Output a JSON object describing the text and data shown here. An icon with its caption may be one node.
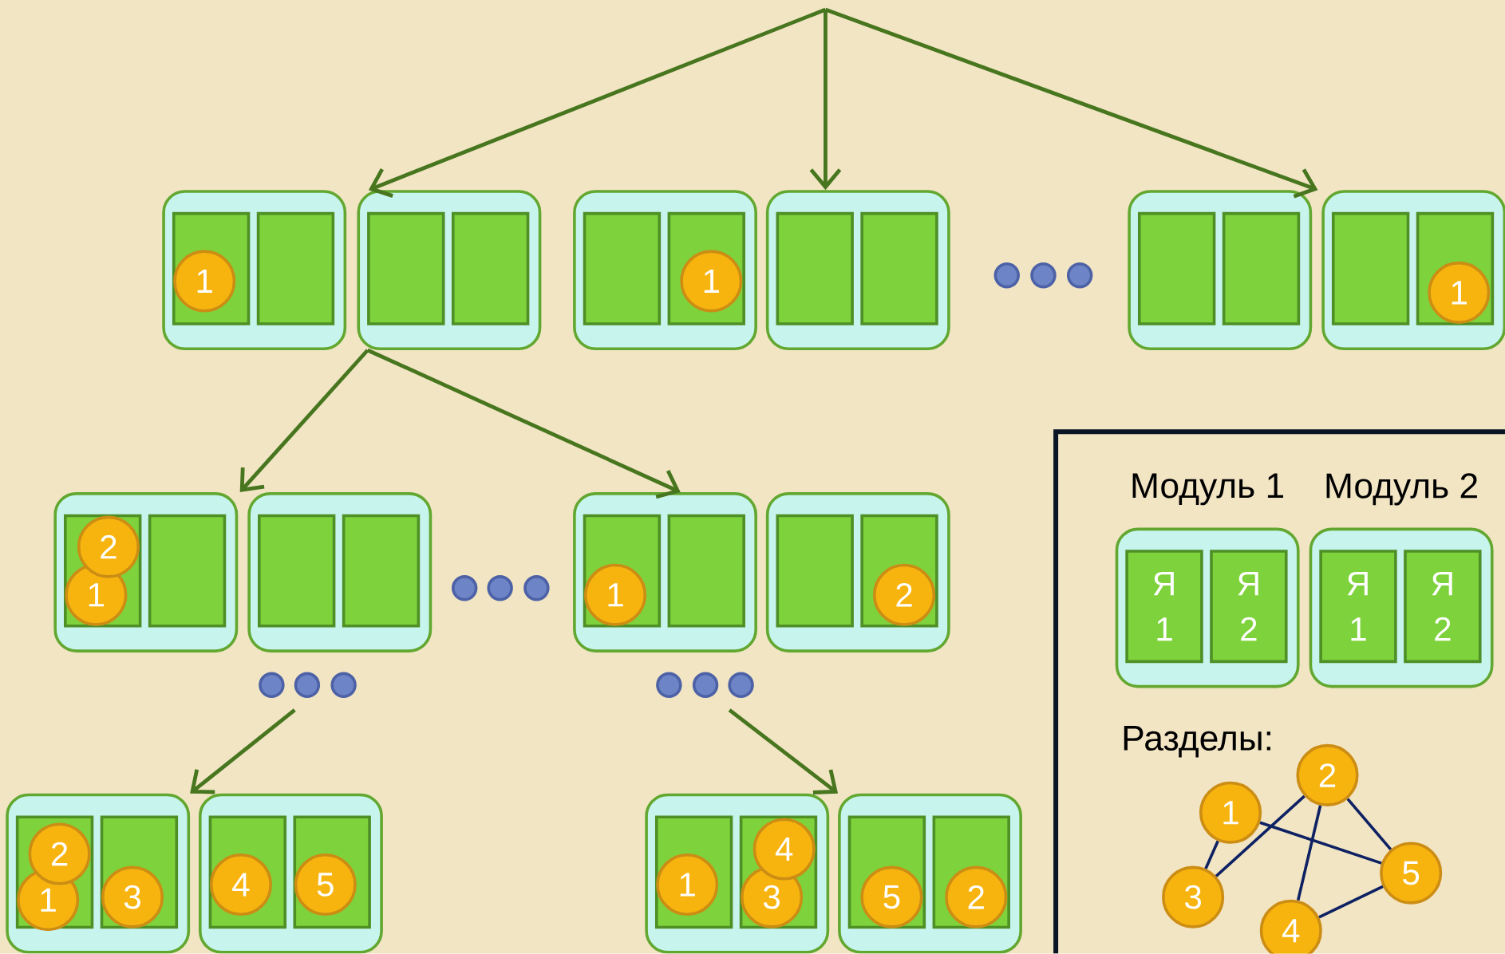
{
  "diagram": {
    "nodes": [
      {
        "text": [],
        "shape": "box"
      },
      {
        "text": [],
        "shape": "box",
        "in": 0
      },
      {
        "text": [
          "1"
        ],
        "in": 1
      },
      {
        "text": [],
        "shape": "box",
        "in": 0
      },
      {
        "text": [],
        "shape": "box"
      },
      {
        "text": [],
        "shape": "box",
        "in": 4
      },
      {
        "text": [],
        "shape": "box",
        "in": 4
      },
      {
        "text": [],
        "shape": "box"
      },
      {
        "text": [],
        "shape": "box",
        "in": 7
      },
      {
        "text": [],
        "shape": "box",
        "in": 7
      },
      {
        "text": [
          "1"
        ],
        "in": 9
      },
      {
        "text": [],
        "shape": "box"
      },
      {
        "text": [],
        "shape": "box",
        "in": 11
      },
      {
        "text": [],
        "shape": "box",
        "in": 11
      },
      {
        "text": [],
        "shape": "box"
      },
      {
        "text": [],
        "shape": "box",
        "in": 14
      },
      {
        "text": [],
        "shape": "box",
        "in": 14
      },
      {
        "text": [],
        "shape": "box"
      },
      {
        "text": [],
        "shape": "box",
        "in": 17
      },
      {
        "text": [],
        "shape": "box",
        "in": 17
      },
      {
        "text": [
          "1"
        ],
        "in": 19
      },
      {
        "text": [],
        "shape": "box"
      },
      {
        "text": [],
        "shape": "box",
        "in": 21
      },
      {
        "text": [
          "1"
        ],
        "in": 22
      },
      {
        "text": [
          "2"
        ],
        "in": 22
      },
      {
        "text": [],
        "shape": "box",
        "in": 21
      },
      {
        "text": [],
        "shape": "box"
      },
      {
        "text": [],
        "shape": "box",
        "in": 26
      },
      {
        "text": [],
        "shape": "box",
        "in": 26
      },
      {
        "text": [],
        "shape": "box"
      },
      {
        "text": [],
        "shape": "box",
        "in": 29
      },
      {
        "text": [
          "1"
        ],
        "in": 30
      },
      {
        "text": [],
        "shape": "box",
        "in": 29
      },
      {
        "text": [],
        "shape": "box"
      },
      {
        "text": [],
        "shape": "box",
        "in": 33
      },
      {
        "text": [],
        "shape": "box",
        "in": 33
      },
      {
        "text": [
          "2"
        ],
        "in": 35
      },
      {
        "text": [],
        "shape": "box"
      },
      {
        "text": [],
        "shape": "box",
        "in": 37
      },
      {
        "text": [
          "1"
        ],
        "in": 38
      },
      {
        "text": [
          "2"
        ],
        "in": 38
      },
      {
        "text": [],
        "shape": "box",
        "in": 37
      },
      {
        "text": [
          "3"
        ],
        "in": 41
      },
      {
        "text": [],
        "shape": "box"
      },
      {
        "text": [],
        "shape": "box",
        "in": 43
      },
      {
        "text": [
          "4"
        ],
        "in": 44
      },
      {
        "text": [],
        "shape": "box",
        "in": 43
      },
      {
        "text": [
          "5"
        ],
        "in": 46
      },
      {
        "text": [],
        "shape": "box"
      },
      {
        "text": [],
        "shape": "box",
        "in": 48
      },
      {
        "text": [
          "1"
        ],
        "in": 49
      },
      {
        "text": [],
        "shape": "box",
        "in": 48
      },
      {
        "text": [
          "3"
        ],
        "in": 51
      },
      {
        "text": [
          "4"
        ],
        "in": 51
      },
      {
        "text": [],
        "shape": "box"
      },
      {
        "text": [],
        "shape": "box",
        "in": 54
      },
      {
        "text": [
          "5"
        ],
        "in": 55
      },
      {
        "text": [],
        "shape": "box",
        "in": 54
      },
      {
        "text": [
          "2"
        ],
        "in": 57
      },
      {
        "text": [],
        "shape": "box"
      },
      {
        "text": [
          "Модуль 1"
        ],
        "in": 59
      },
      {
        "text": [
          "Я 1"
        ],
        "in": 60
      },
      {
        "text": [
          "Я 2"
        ],
        "in": 60
      },
      {
        "text": [
          "Модуль 2"
        ],
        "in": 59
      },
      {
        "text": [
          "Я 1"
        ],
        "in": 63
      },
      {
        "text": [
          "Я 2"
        ],
        "in": 63
      },
      {
        "text": [
          "1"
        ],
        "in": 59
      },
      {
        "text": [
          "2"
        ],
        "in": 59
      },
      {
        "text": [
          "3"
        ],
        "in": 59
      },
      {
        "text": [
          "4"
        ],
        "in": 59
      },
      {
        "text": [
          "5"
        ],
        "in": 59
      }
    ],
    "edges": [
      {
        "from": null,
        "to": 4,
        "arrow": "to"
      },
      {
        "from": null,
        "to": 11,
        "arrow": "to"
      },
      {
        "from": null,
        "to": 17,
        "arrow": "to"
      },
      {
        "from": 4,
        "to": 21,
        "arrow": "to"
      },
      {
        "from": 4,
        "to": 29,
        "arrow": "to"
      },
      {
        "from": null,
        "to": 37,
        "arrow": "to"
      },
      {
        "from": null,
        "to": 54,
        "arrow": "to"
      },
      {
        "from": 66,
        "to": 70,
        "arrow": "none",
        "color": "#0e2163"
      },
      {
        "from": 66,
        "to": 68,
        "arrow": "none",
        "color": "#0e2163"
      },
      {
        "from": 68,
        "to": 67,
        "arrow": "none",
        "color": "#0e2163"
      },
      {
        "from": 67,
        "to": 69,
        "arrow": "none",
        "color": "#0e2163"
      },
      {
        "from": 67,
        "to": 70,
        "arrow": "none",
        "color": "#0e2163"
      },
      {
        "from": 69,
        "to": 70,
        "arrow": "none",
        "color": "#0e2163"
      }
    ],
    "labels": [
      "Разделы:"
    ]
  }
}
